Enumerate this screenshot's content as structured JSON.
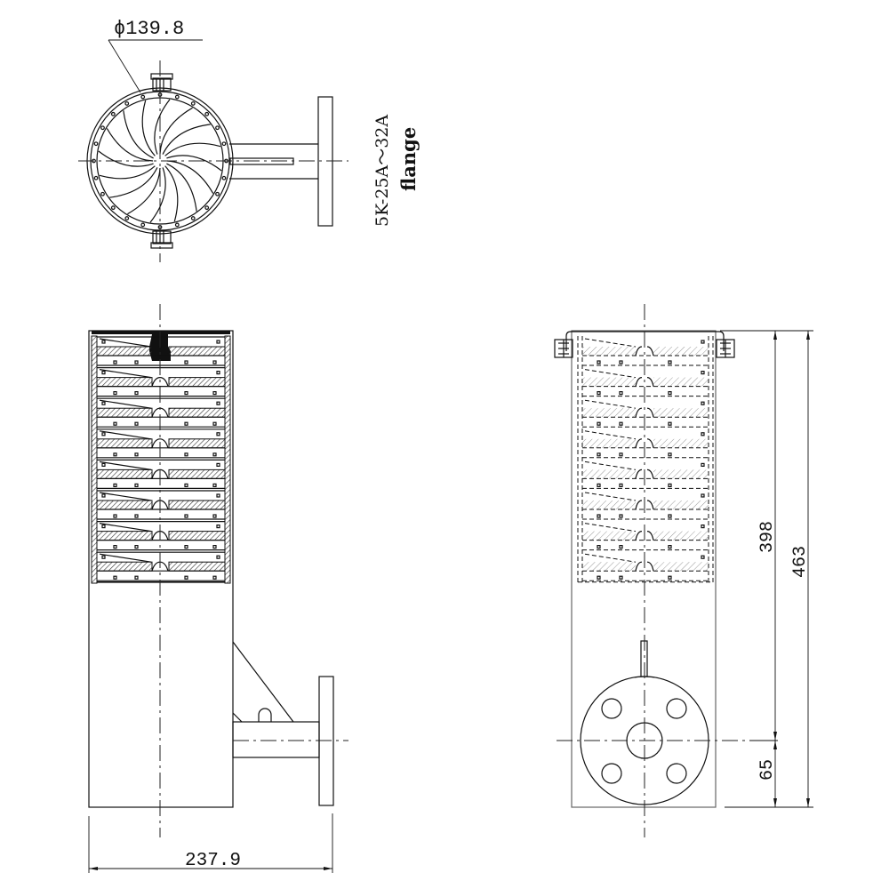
{
  "drawing": {
    "top_view": {
      "diameter_label": "ϕ139.8",
      "spoke_count": 16,
      "bolt_hole_count": 24
    },
    "flange_note": {
      "spec": "5K-25A～32A",
      "label": "flange"
    },
    "front_view": {
      "tray_count": 8,
      "width_dimension": "237.9"
    },
    "side_view": {
      "tray_count": 8,
      "dimensions": {
        "upper": "398",
        "total": "463",
        "lower": "65"
      },
      "flange_bolt_holes": 4
    },
    "colors": {
      "line": "#111111",
      "hatch": "#555555",
      "background": "#ffffff"
    }
  }
}
